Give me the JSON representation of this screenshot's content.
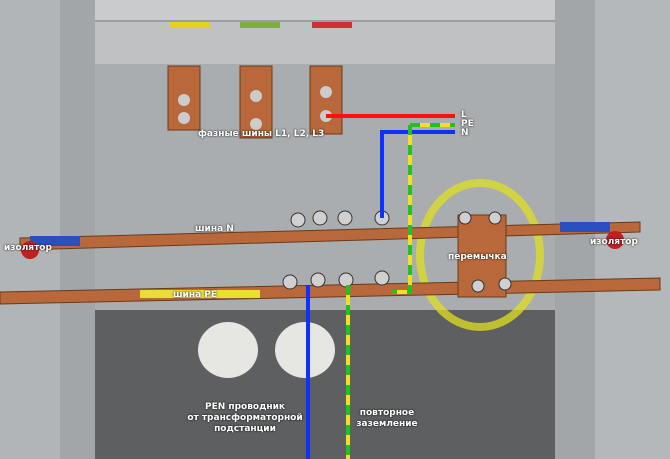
{
  "labels": {
    "phase_busbars": "фазные шины L1, L2, L3",
    "line_L": "L",
    "line_PE": "PE",
    "line_N": "N",
    "bus_N": "шина N",
    "bus_PE": "шина PE",
    "insulator_left": "изолятор",
    "insulator_right": "изолятор",
    "jumper": "перемычка",
    "pen_line1": "PEN проводник",
    "pen_line2": "от трансформаторной",
    "pen_line3": "подстанции",
    "reground_line1": "повторное",
    "reground_line2": "заземление"
  },
  "colors": {
    "L": "#ff1010",
    "N": "#1030ff",
    "PE_green": "#22c020",
    "PE_yellow": "#f0e020",
    "copper": "#b8683a",
    "highlight": "#e0e020"
  }
}
